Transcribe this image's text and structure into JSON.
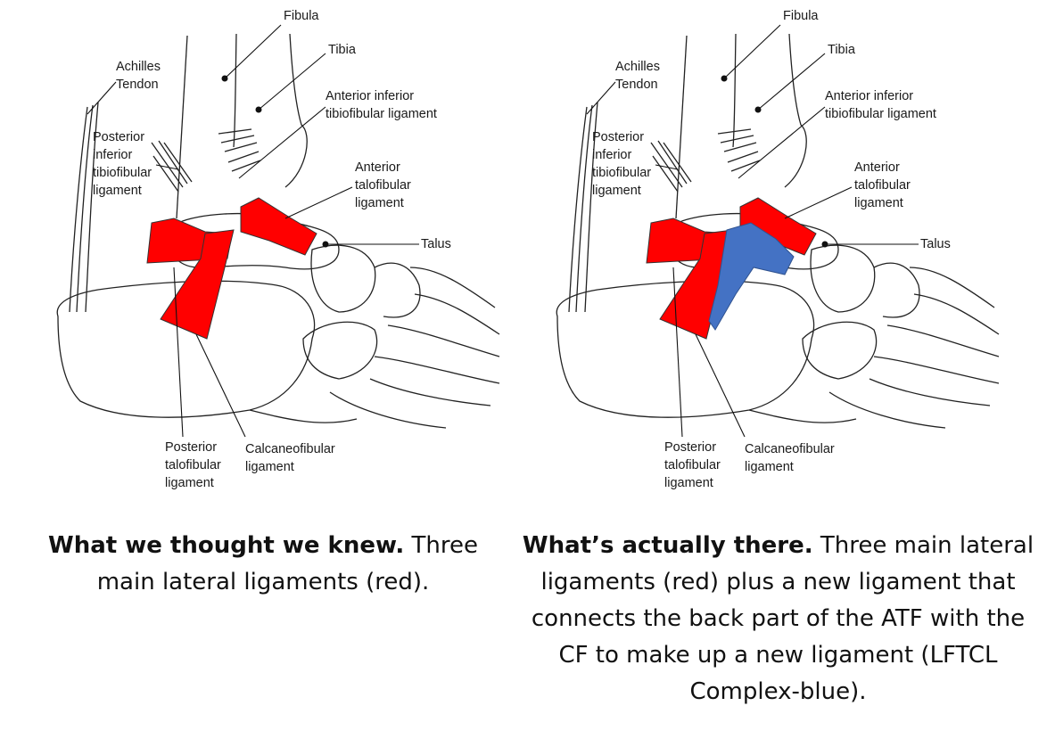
{
  "labels": {
    "fibula": "Fibula",
    "tibia": "Tibia",
    "achilles": "Achilles\nTendon",
    "aitfl": "Anterior inferior\ntibiofibular ligament",
    "pitfl": "Posterior\ninferior\ntibiofibular\nligament",
    "atfl": "Anterior\ntalofibular\nligament",
    "talus": "Talus",
    "ptfl": "Posterior\ntalofibular\nligament",
    "cfl": "Calcaneofibular\nligament"
  },
  "captions": {
    "left": {
      "bold": "What we thought we knew.",
      "text": " Three main lateral ligaments (red)."
    },
    "right": {
      "bold": "What’s actually there.",
      "text": " Three main lateral ligaments (red) plus a new ligament that connects the back part of the ATF with the CF to make up a new ligament (LFTCL Complex-blue)."
    }
  },
  "colors": {
    "ligament": "#ff0000",
    "new_ligament": "#4472c4",
    "outline": "#222222"
  }
}
